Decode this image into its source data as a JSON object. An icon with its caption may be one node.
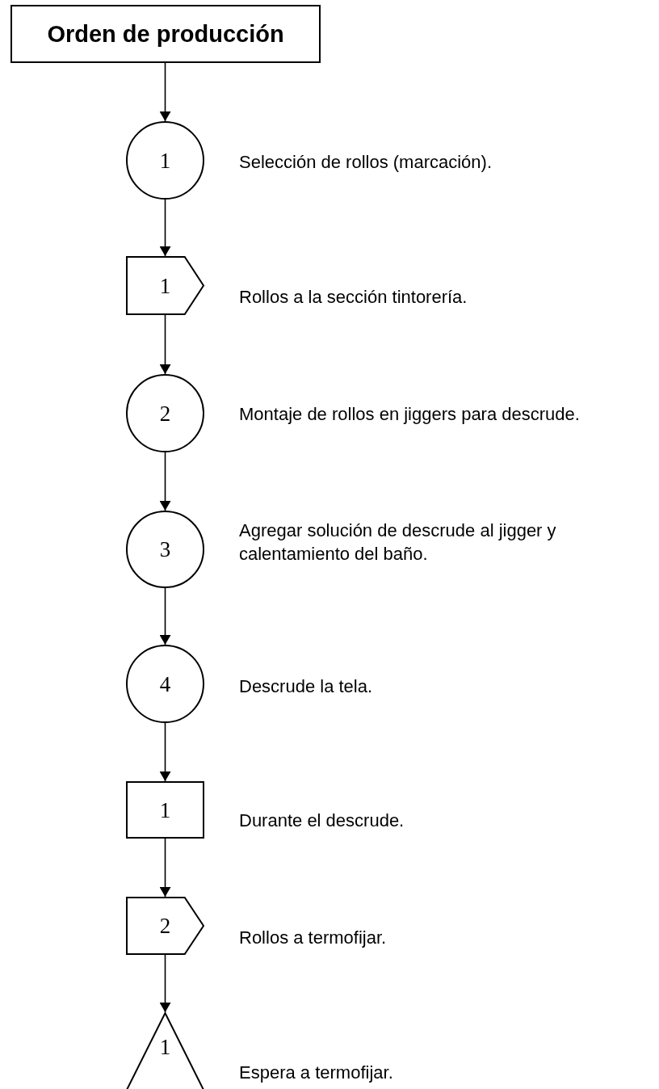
{
  "diagram": {
    "nodes": [
      {
        "text": [
          "Orden de producción"
        ]
      },
      {
        "text": [
          "1"
        ],
        "beside": [
          "Selección de rollos (marcación)."
        ]
      },
      {
        "text": [
          "1"
        ],
        "beside": [
          "Rollos a la sección tintorería."
        ]
      },
      {
        "text": [
          "2"
        ],
        "beside": [
          "Montaje de rollos en jiggers para descrude."
        ]
      },
      {
        "text": [
          "3"
        ],
        "beside": [
          "Agregar solución de descrude al jigger y calentamiento del baño."
        ]
      },
      {
        "text": [
          "4"
        ],
        "beside": [
          "Descrude la tela."
        ]
      },
      {
        "text": [
          "1"
        ],
        "beside": [
          "Durante el descrude."
        ]
      },
      {
        "text": [
          "2"
        ],
        "beside": [
          "Rollos a termofijar."
        ]
      },
      {
        "text": [
          "1"
        ],
        "beside": [
          "Espera a termofijar."
        ]
      }
    ],
    "edges": [
      {
        "from": 0,
        "to": 1,
        "arrow": "to"
      },
      {
        "from": 1,
        "to": 2,
        "arrow": "to"
      },
      {
        "from": 2,
        "to": 3,
        "arrow": "to"
      },
      {
        "from": 3,
        "to": 4,
        "arrow": "to"
      },
      {
        "from": 4,
        "to": 5,
        "arrow": "to"
      },
      {
        "from": 5,
        "to": 6,
        "arrow": "to"
      },
      {
        "from": 6,
        "to": 7,
        "arrow": "to"
      },
      {
        "from": 7,
        "to": 8,
        "arrow": "to"
      }
    ]
  }
}
